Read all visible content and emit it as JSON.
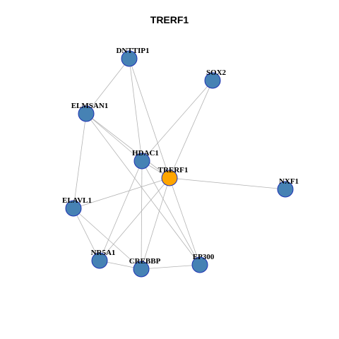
{
  "title": "TRERF1",
  "colors": {
    "node_default": "#4682B4",
    "node_focus": "#FFA500",
    "node_border": "#1F33B3",
    "edge": "#B3B3B3"
  },
  "nodes": [
    {
      "id": "DNTTIP1",
      "label": "DNTTIP1",
      "focus": false
    },
    {
      "id": "SOX2",
      "label": "SOX2",
      "focus": false
    },
    {
      "id": "ELMSAN1",
      "label": "ELMSAN1",
      "focus": false
    },
    {
      "id": "HDAC1",
      "label": "HDAC1",
      "focus": false
    },
    {
      "id": "TRERF1",
      "label": "TRERF1",
      "focus": true
    },
    {
      "id": "NXF1",
      "label": "NXF1",
      "focus": false
    },
    {
      "id": "ELAVL1",
      "label": "ELAVL1",
      "focus": false
    },
    {
      "id": "NR5A1",
      "label": "NR5A1",
      "focus": false
    },
    {
      "id": "CREBBP",
      "label": "CREBBP",
      "focus": false
    },
    {
      "id": "EP300",
      "label": "EP300",
      "focus": false
    }
  ],
  "edges": [
    [
      "DNTTIP1",
      "ELMSAN1"
    ],
    [
      "DNTTIP1",
      "HDAC1"
    ],
    [
      "DNTTIP1",
      "TRERF1"
    ],
    [
      "SOX2",
      "HDAC1"
    ],
    [
      "SOX2",
      "TRERF1"
    ],
    [
      "ELMSAN1",
      "HDAC1"
    ],
    [
      "ELMSAN1",
      "TRERF1"
    ],
    [
      "ELMSAN1",
      "ELAVL1"
    ],
    [
      "ELMSAN1",
      "EP300"
    ],
    [
      "HDAC1",
      "TRERF1"
    ],
    [
      "HDAC1",
      "NR5A1"
    ],
    [
      "HDAC1",
      "CREBBP"
    ],
    [
      "HDAC1",
      "EP300"
    ],
    [
      "TRERF1",
      "NXF1"
    ],
    [
      "TRERF1",
      "ELAVL1"
    ],
    [
      "TRERF1",
      "NR5A1"
    ],
    [
      "TRERF1",
      "CREBBP"
    ],
    [
      "TRERF1",
      "EP300"
    ],
    [
      "ELAVL1",
      "NR5A1"
    ],
    [
      "ELAVL1",
      "CREBBP"
    ],
    [
      "NR5A1",
      "CREBBP"
    ],
    [
      "CREBBP",
      "EP300"
    ]
  ]
}
